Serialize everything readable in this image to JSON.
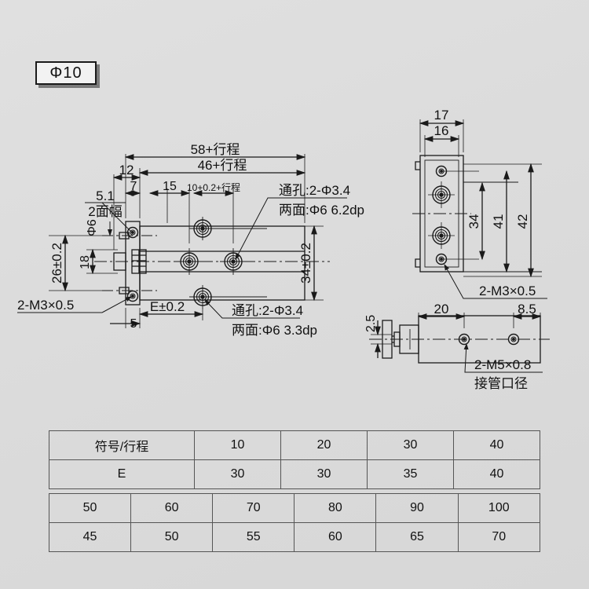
{
  "page": {
    "background_color": "#dcdcdc",
    "line_color": "#1a1a1a"
  },
  "tag": {
    "label": "Φ10"
  },
  "front_view": {
    "dimensions": {
      "total_length": "58+行程",
      "body_length": "46+行程",
      "plate_offset": "12",
      "plate_thickness": "7",
      "first_hole": "15",
      "slot_pitch": "10+0.2+行程",
      "flat_width": "5.1",
      "flat_note": "2面幅",
      "rod_dia": "Φ6",
      "mount_pitch_outer": "26±0.2",
      "mount_pitch_inner": "18",
      "body_height": "34±0.2",
      "bottom_offset": "5",
      "e_dim": "E±0.2"
    },
    "callouts": {
      "left_thread": "2-M3×0.5",
      "upper_hole_line1": "通孔:2-Φ3.4",
      "upper_hole_line2": "两面:Φ6 6.2dp",
      "lower_hole_line1": "通孔:2-Φ3.4",
      "lower_hole_line2": "两面:Φ6 3.3dp"
    }
  },
  "side_view": {
    "dimensions": {
      "width_outer": "17",
      "width_inner": "16",
      "h1": "34",
      "h2": "41",
      "h3": "42"
    },
    "callouts": {
      "thread": "2-M3×0.5"
    }
  },
  "top_view": {
    "dimensions": {
      "rod_height": "2.5",
      "port_first": "20",
      "port_last": "8.5"
    },
    "callouts": {
      "port_thread": "2-M5×0.8",
      "port_note": "接管口径"
    }
  },
  "table_stroke": {
    "header_label": "符号/行程",
    "row_label": "E",
    "group1": {
      "strokes": [
        "10",
        "20",
        "30",
        "40"
      ],
      "values": [
        "30",
        "30",
        "35",
        "40"
      ]
    },
    "group2": {
      "strokes": [
        "50",
        "60",
        "70",
        "80",
        "90",
        "100"
      ],
      "values": [
        "45",
        "50",
        "55",
        "60",
        "65",
        "70"
      ]
    }
  }
}
